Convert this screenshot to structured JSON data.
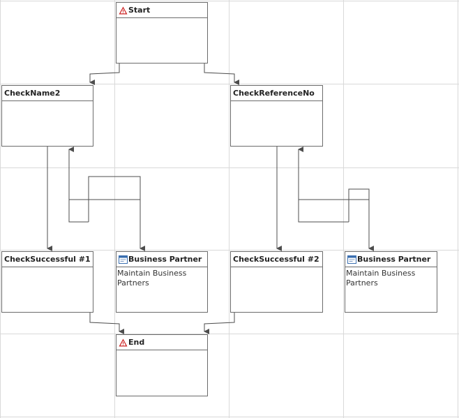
{
  "colors": {
    "grid": "#d9d9d9",
    "border": "#6b6b6b",
    "wire": "#4d4d4d",
    "warning_icon": "#cc2222",
    "form_icon": "#3a6fb0"
  },
  "nodes": {
    "start": {
      "title": "Start",
      "icon": "warning-icon"
    },
    "check_name2": {
      "title": "CheckName2"
    },
    "check_reference_no": {
      "title": "CheckReferenceNo"
    },
    "check_successful_1": {
      "title": "CheckSuccessful #1"
    },
    "business_partner_1": {
      "title": "Business Partner",
      "icon": "window-icon",
      "description": "Maintain Business Partners"
    },
    "check_successful_2": {
      "title": "CheckSuccessful #2"
    },
    "business_partner_2": {
      "title": "Business Partner",
      "icon": "window-icon",
      "description": "Maintain Business Partners"
    },
    "end": {
      "title": "End",
      "icon": "warning-icon"
    }
  }
}
